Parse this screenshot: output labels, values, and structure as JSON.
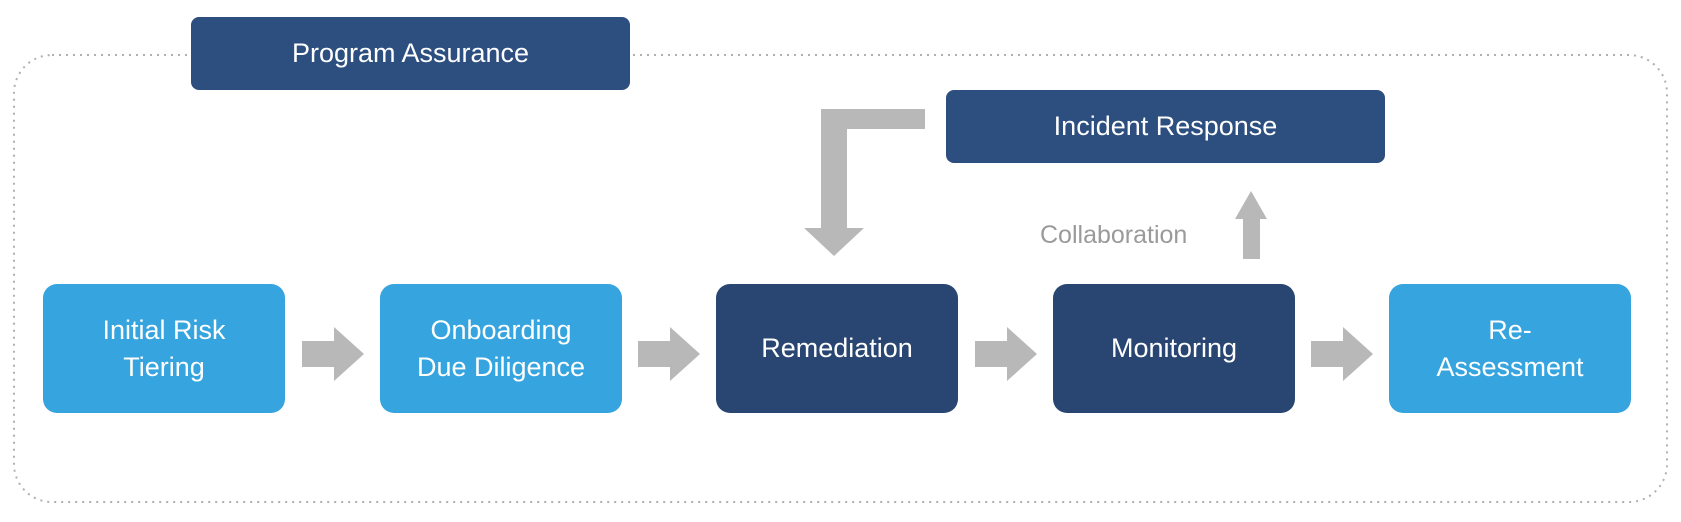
{
  "banner": {
    "label": "Program Assurance"
  },
  "incident": {
    "label": "Incident Response"
  },
  "collaboration": {
    "label": "Collaboration"
  },
  "stages": [
    {
      "line1": "Initial Risk",
      "line2": "Tiering"
    },
    {
      "line1": "Onboarding",
      "line2": "Due Diligence"
    },
    {
      "line1": "Remediation"
    },
    {
      "line1": "Monitoring"
    },
    {
      "line1": "Re-",
      "line2": "Assessment"
    }
  ],
  "colors": {
    "stage_light": "#36a4de",
    "stage_dark": "#294673",
    "banner": "#2c4f80",
    "arrow": "#b8b8b8",
    "frame": "#b0b0b0"
  }
}
